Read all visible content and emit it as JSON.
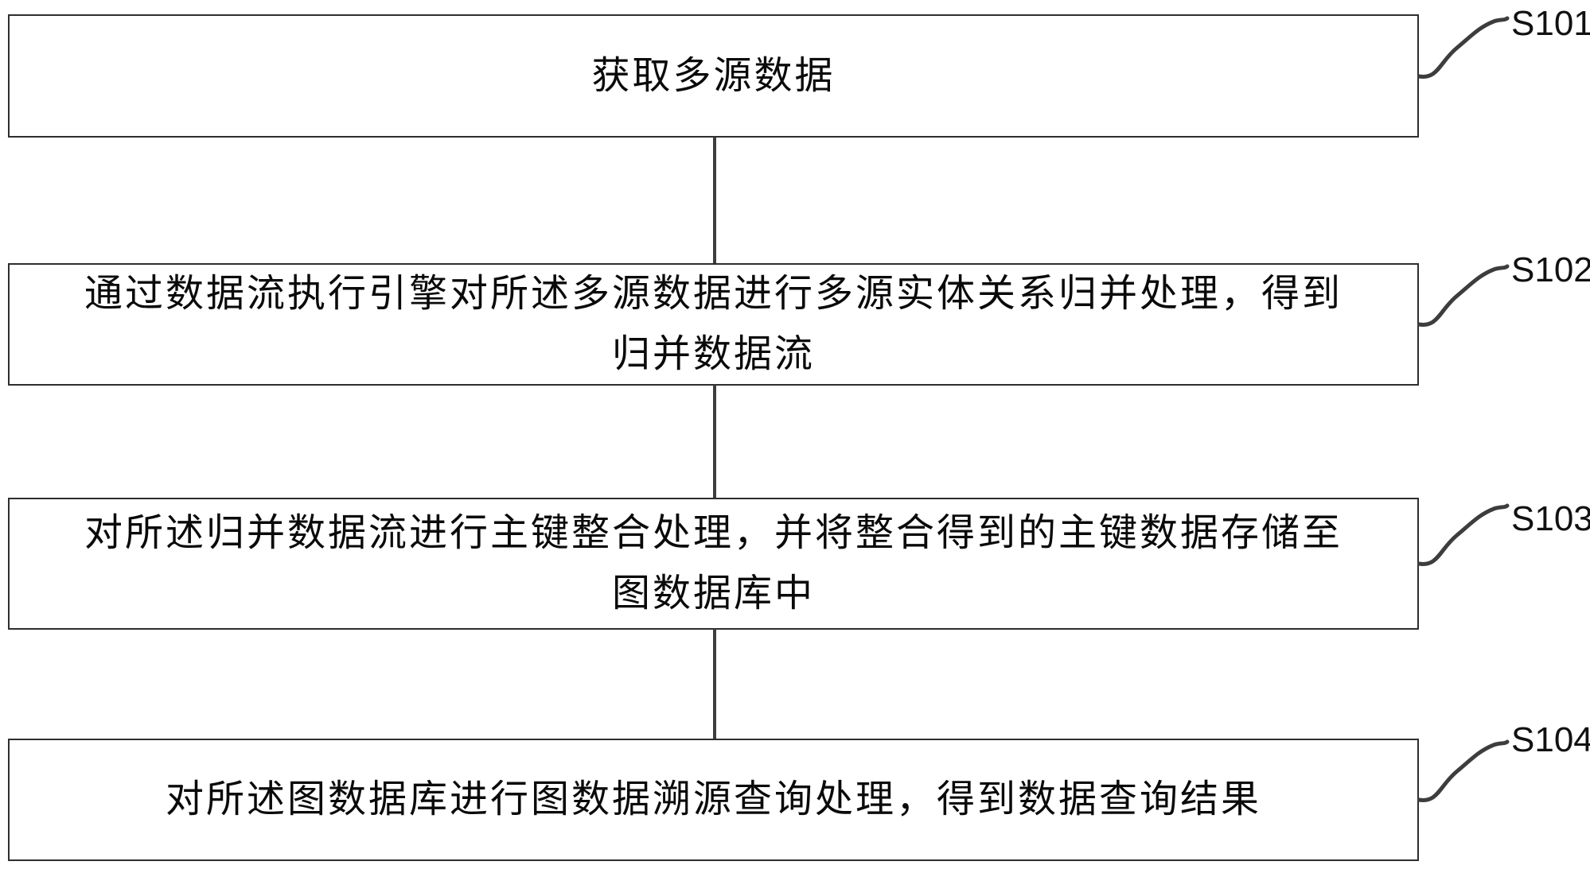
{
  "figure": {
    "type": "flowchart",
    "colors": {
      "background": "#ffffff",
      "box_border": "#2e2e2e",
      "connector_line": "#3d3d3d",
      "text": "#0a0a0a",
      "label_text": "#111111"
    },
    "steps": [
      {
        "id": "S101",
        "text": "获取多源数据",
        "lines": [
          "获取多源数据"
        ]
      },
      {
        "id": "S102",
        "text": "通过数据流执行引擎对所述多源数据进行多源实体关系归并处理，得到归并数据流",
        "lines": [
          "通过数据流执行引擎对所述多源数据进行多源实体关系归并处理，得到",
          "归并数据流"
        ]
      },
      {
        "id": "S103",
        "text": "对所述归并数据流进行主键整合处理，并将整合得到的主键数据存储至图数据库中",
        "lines": [
          "对所述归并数据流进行主键整合处理，并将整合得到的主键数据存储至",
          "图数据库中"
        ]
      },
      {
        "id": "S104",
        "text": "对所述图数据库进行图数据溯源查询处理，得到数据查询结果",
        "lines": [
          "对所述图数据库进行图数据溯源查询处理，得到数据查询结果"
        ]
      }
    ]
  }
}
